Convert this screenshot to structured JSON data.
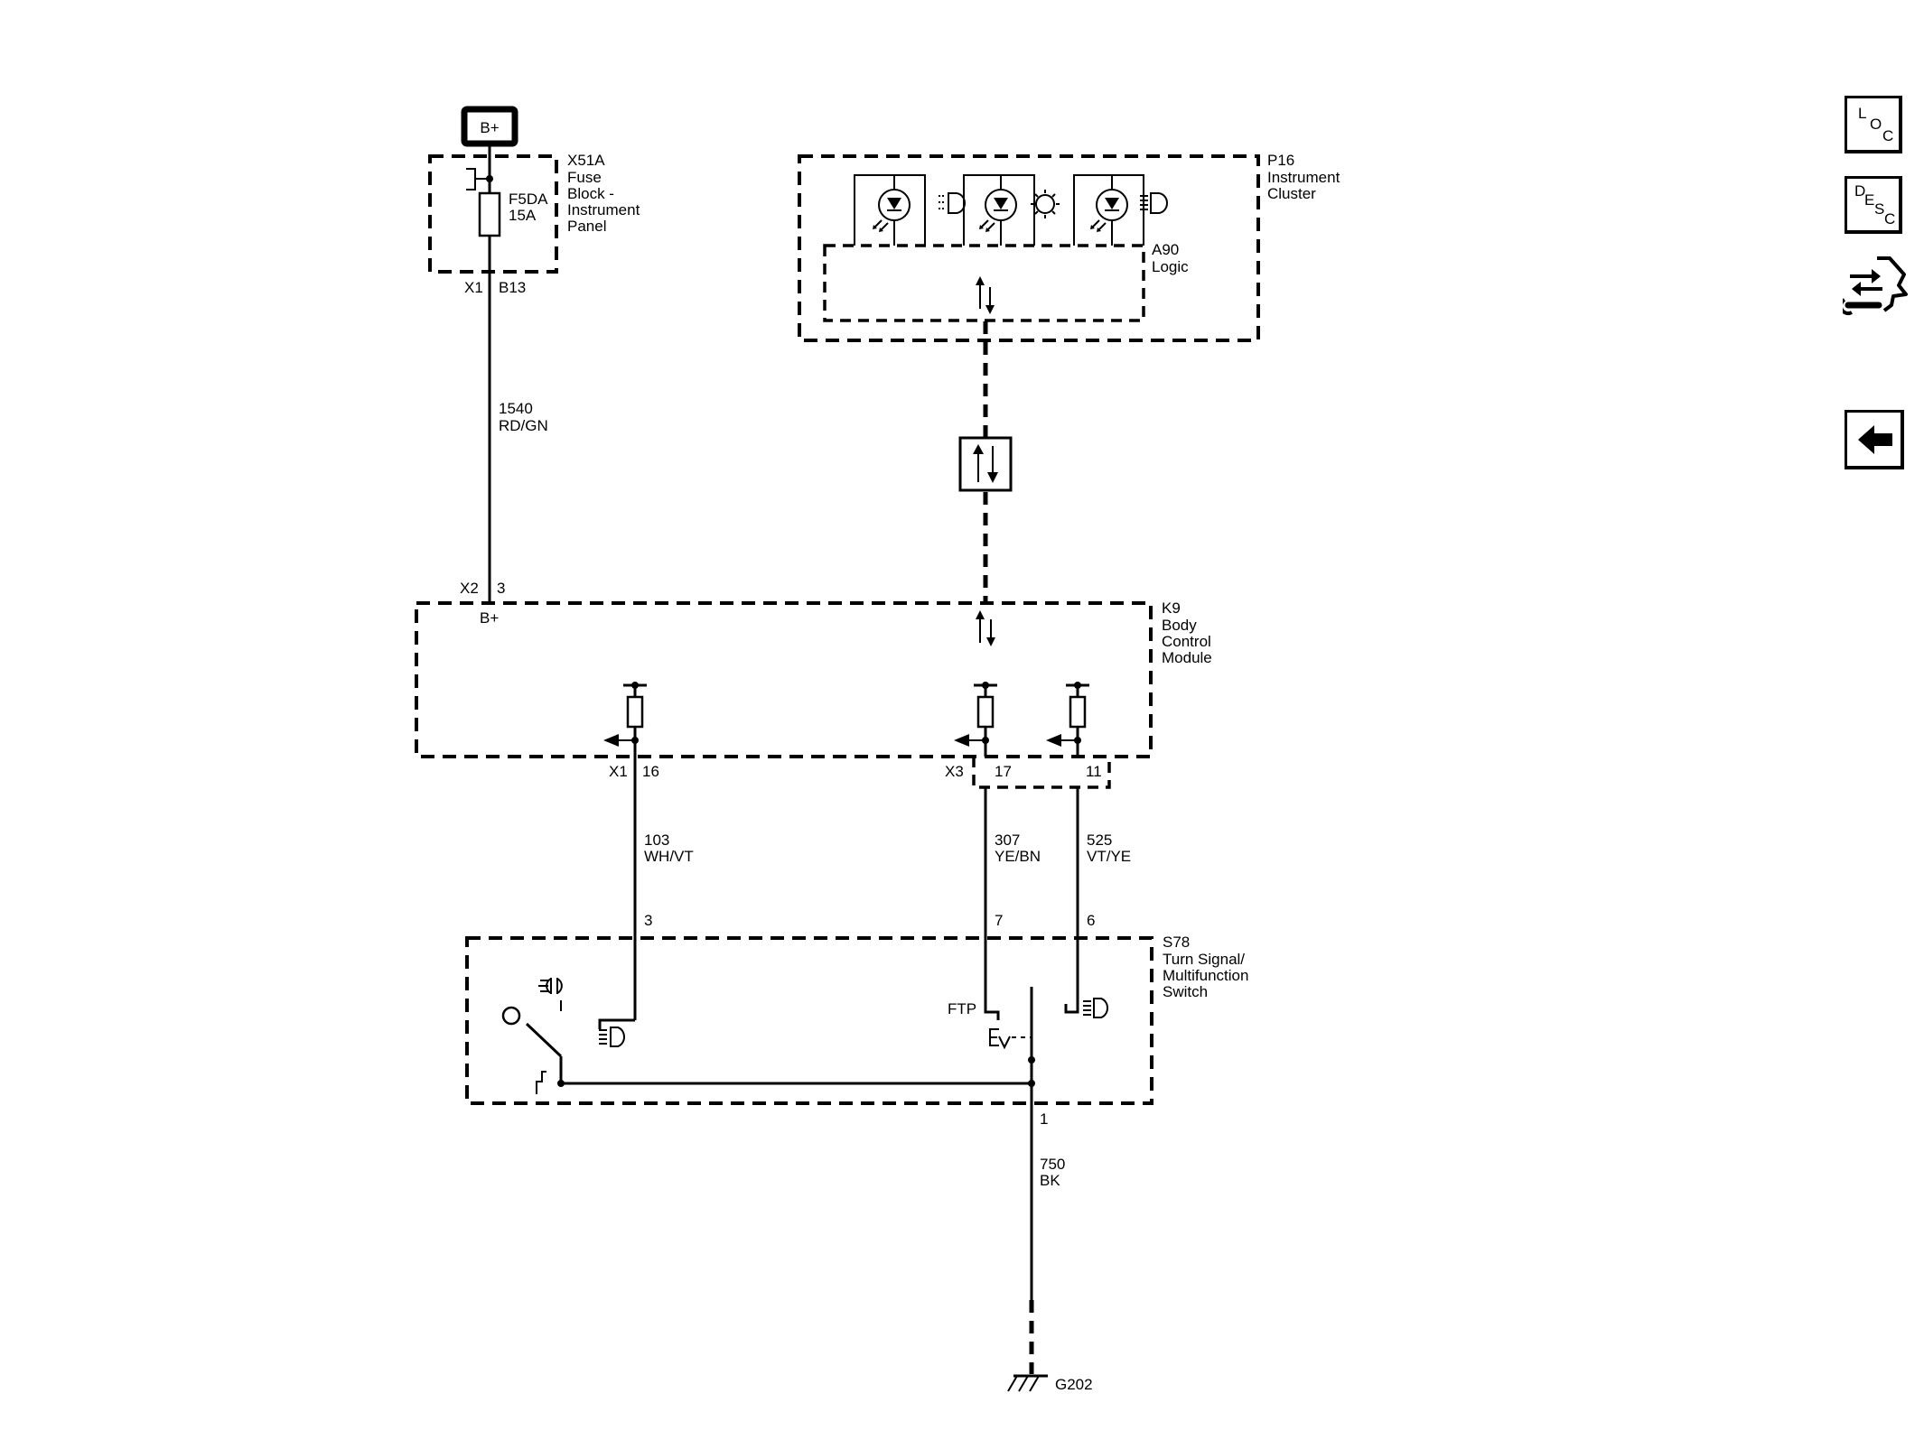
{
  "battery": {
    "label": "B+"
  },
  "fuse_block": {
    "ref": "X51A",
    "name_lines": [
      "Fuse",
      "Block -",
      "Instrument",
      "Panel"
    ],
    "fuse_ref": "F5DA",
    "fuse_rating": "15A",
    "connector": "X1",
    "pin": "B13"
  },
  "wire_1540": {
    "circuit": "1540",
    "color": "RD/GN"
  },
  "instrument_cluster": {
    "ref": "P16",
    "name_lines": [
      "Instrument",
      "Cluster"
    ],
    "logic_ref": "A90",
    "logic_name": "Logic"
  },
  "bcm": {
    "ref": "K9",
    "name_lines": [
      "Body",
      "Control",
      "Module"
    ],
    "power_connector": "X2",
    "power_pin": "3",
    "power_label": "B+",
    "connector_x1": "X1",
    "pin_16": "16",
    "connector_x3": "X3",
    "pin_17": "17",
    "pin_11": "11"
  },
  "wire_103": {
    "circuit": "103",
    "color": "WH/VT"
  },
  "wire_307": {
    "circuit": "307",
    "color": "YE/BN"
  },
  "wire_525": {
    "circuit": "525",
    "color": "VT/YE"
  },
  "switch": {
    "ref": "S78",
    "name_lines": [
      "Turn Signal/",
      "Multifunction",
      "Switch"
    ],
    "pin_3": "3",
    "pin_7": "7",
    "pin_6": "6",
    "pin_1": "1",
    "ftp_label": "FTP"
  },
  "wire_750": {
    "circuit": "750",
    "color": "BK"
  },
  "ground": {
    "ref": "G202"
  },
  "side_buttons": {
    "loc": [
      "L",
      "O",
      "C"
    ],
    "desc": [
      "D",
      "E",
      "S",
      "C"
    ]
  }
}
